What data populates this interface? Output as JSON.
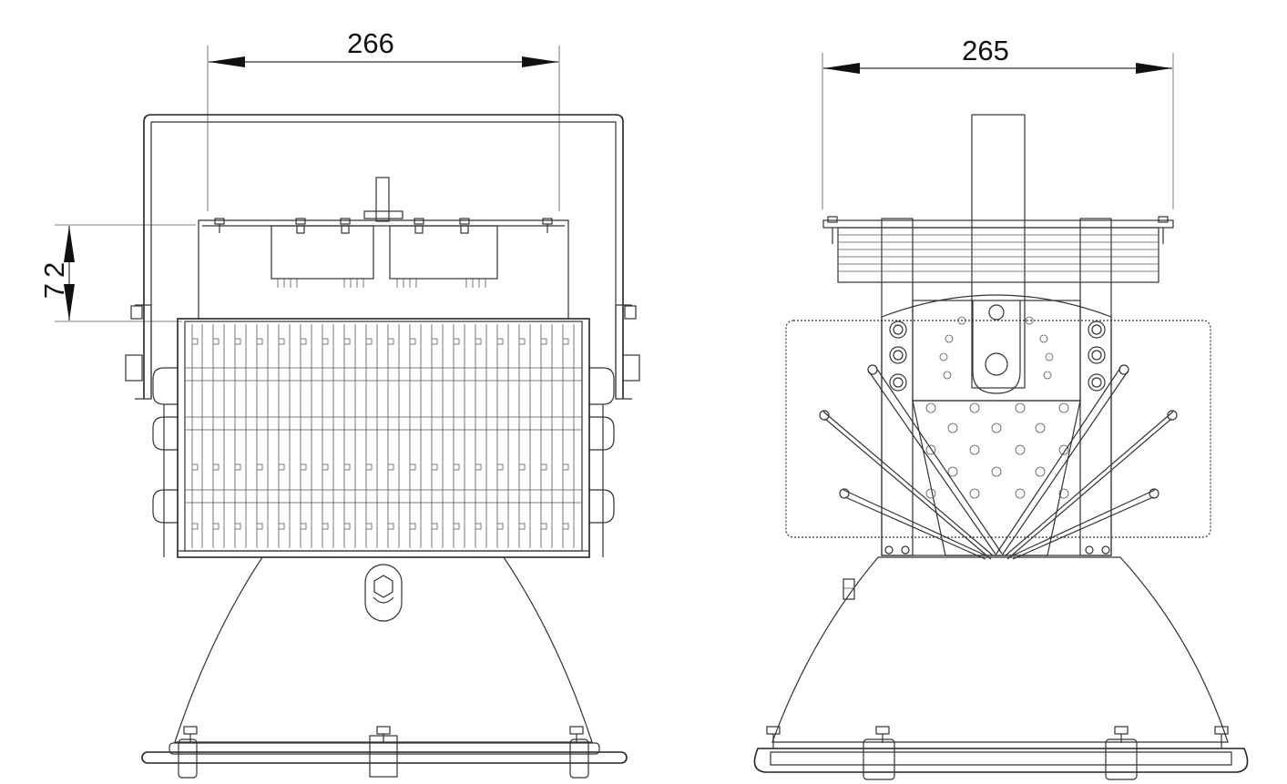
{
  "dimensions": {
    "front_width": "266",
    "front_height": "72",
    "side_width": "265"
  }
}
